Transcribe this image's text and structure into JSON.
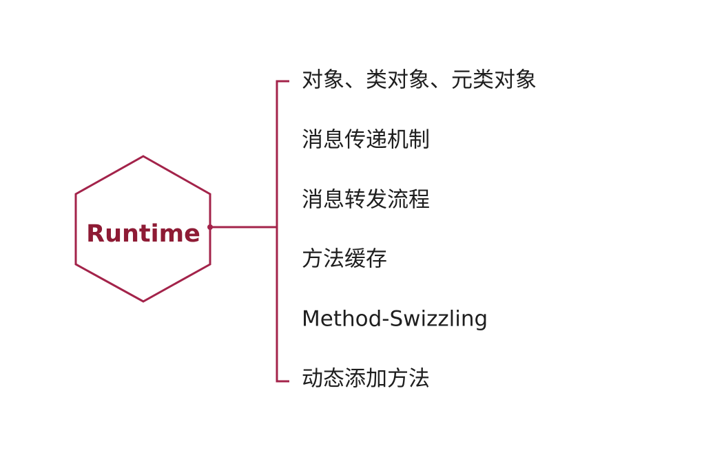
{
  "diagram": {
    "root": {
      "label": "Runtime"
    },
    "items": [
      {
        "label": "对象、类对象、元类对象"
      },
      {
        "label": "消息传递机制"
      },
      {
        "label": "消息转发流程"
      },
      {
        "label": "方法缓存"
      },
      {
        "label": "Method-Swizzling"
      },
      {
        "label": "动态添加方法"
      }
    ],
    "colors": {
      "accent": "#a3234a",
      "root_text": "#8e1b35",
      "item_text": "#1e1e1e",
      "background": "#ffffff"
    }
  }
}
